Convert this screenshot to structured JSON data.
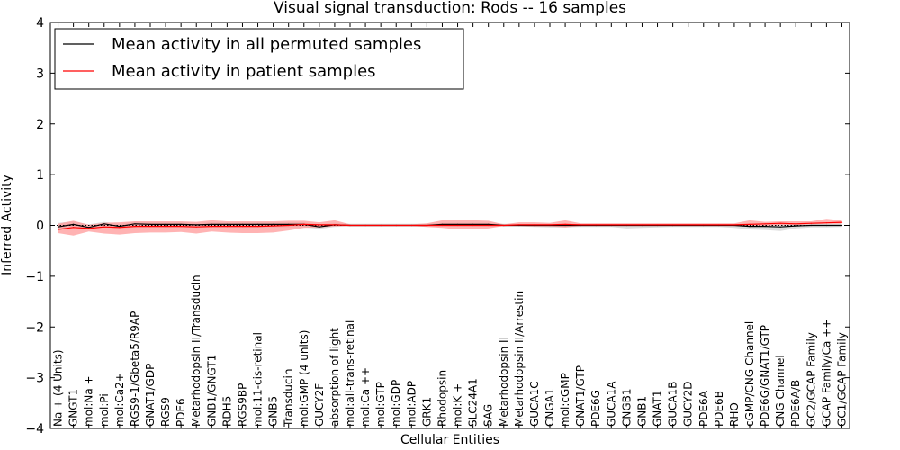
{
  "chart_data": {
    "type": "line",
    "title": "Visual signal transduction: Rods -- 16 samples",
    "xlabel": "Cellular Entities",
    "ylabel": "Inferred Activity",
    "ylim": [
      -4,
      4
    ],
    "yticks": [
      4,
      3,
      2,
      1,
      0,
      -1,
      -2,
      -3,
      -4
    ],
    "ytick_labels": [
      "4",
      "3",
      "2",
      "1",
      "0",
      "−1",
      "−2",
      "−3",
      "−4"
    ],
    "grid": false,
    "legend_position": "top-left",
    "reference_line": {
      "y": 0,
      "style": "dotted"
    },
    "categories": [
      "Na + (4 Units)",
      "GNGT1",
      "mol:Na +",
      "mol:Pi",
      "mol:Ca2+",
      "RGS9-1/Gbeta5/R9AP",
      "GNAT1/GDP",
      "RGS9",
      "PDE6",
      "Metarhodopsin II/Transducin",
      "GNB1/GNGT1",
      "RDH5",
      "RGS9BP",
      "mol:11-cis-retinal",
      "GNB5",
      "Transducin",
      "mol:GMP (4 units)",
      "GUCY2F",
      "absorption of light",
      "mol:all-trans-retinal",
      "mol:Ca ++",
      "mol:GTP",
      "mol:GDP",
      "mol:ADP",
      "GRK1",
      "Rhodopsin",
      "mol:K +",
      "SLC24A1",
      "SAG",
      "Metarhodopsin II",
      "Metarhodopsin II/Arrestin",
      "GUCA1C",
      "CNGA1",
      "mol:cGMP",
      "GNAT1/GTP",
      "PDE6G",
      "GUCA1A",
      "CNGB1",
      "GNB1",
      "GNAT1",
      "GUCA1B",
      "GUCY2D",
      "PDE6A",
      "PDE6B",
      "RHO",
      "cGMP/CNG Channel",
      "PDE6G/GNAT1/GTP",
      "CNG Channel",
      "PDE6A/B",
      "GC2/GCAP Family",
      "GCAP Family/Ca ++",
      "GC1/GCAP Family"
    ],
    "series": [
      {
        "name": "Mean activity in all permuted samples",
        "color": "#000000",
        "values": [
          -0.03,
          0.02,
          -0.04,
          0.03,
          -0.02,
          0.03,
          0.02,
          0.02,
          0.02,
          0.01,
          0.02,
          0.02,
          0.02,
          0.02,
          0.02,
          0.02,
          0.02,
          -0.03,
          0.01,
          0.0,
          0.0,
          0.0,
          0.0,
          0.0,
          0.0,
          0.02,
          0.02,
          0.02,
          0.02,
          0.0,
          0.0,
          0.0,
          0.0,
          0.0,
          0.0,
          0.0,
          0.0,
          0.0,
          0.0,
          0.0,
          0.0,
          0.0,
          0.0,
          0.0,
          0.0,
          -0.02,
          -0.02,
          -0.03,
          -0.01,
          0.0,
          0.0,
          0.0
        ],
        "band": {
          "color": "#c8c8c8",
          "lower": [
            -0.08,
            -0.05,
            -0.08,
            -0.03,
            -0.06,
            -0.04,
            -0.04,
            -0.04,
            -0.04,
            -0.05,
            -0.04,
            -0.04,
            -0.04,
            -0.04,
            -0.04,
            -0.04,
            -0.04,
            -0.07,
            -0.03,
            -0.02,
            -0.02,
            -0.02,
            -0.02,
            -0.02,
            -0.02,
            -0.02,
            -0.02,
            -0.02,
            -0.02,
            -0.02,
            -0.02,
            -0.03,
            -0.04,
            -0.04,
            -0.03,
            -0.03,
            -0.03,
            -0.06,
            -0.05,
            -0.04,
            -0.03,
            -0.03,
            -0.03,
            -0.03,
            -0.05,
            -0.08,
            -0.09,
            -0.11,
            -0.06,
            -0.04,
            -0.04,
            -0.03
          ],
          "upper": [
            0.05,
            0.08,
            0.02,
            0.07,
            0.03,
            0.07,
            0.06,
            0.06,
            0.06,
            0.05,
            0.06,
            0.06,
            0.06,
            0.06,
            0.06,
            0.06,
            0.06,
            0.02,
            0.05,
            0.03,
            0.03,
            0.03,
            0.03,
            0.03,
            0.03,
            0.05,
            0.05,
            0.05,
            0.05,
            0.03,
            0.03,
            0.03,
            0.03,
            0.03,
            0.03,
            0.03,
            0.03,
            0.03,
            0.03,
            0.03,
            0.03,
            0.03,
            0.03,
            0.03,
            0.03,
            0.03,
            0.03,
            0.03,
            0.03,
            0.03,
            0.03,
            0.03
          ]
        }
      },
      {
        "name": "Mean activity in patient samples",
        "color": "#ff0000",
        "values": [
          -0.08,
          -0.04,
          -0.06,
          -0.03,
          -0.04,
          -0.02,
          -0.02,
          -0.02,
          -0.02,
          -0.03,
          -0.02,
          -0.02,
          -0.02,
          -0.02,
          -0.01,
          0.0,
          0.02,
          0.01,
          0.01,
          0.0,
          0.0,
          0.0,
          0.0,
          0.0,
          0.0,
          0.0,
          0.0,
          0.0,
          0.0,
          0.0,
          0.01,
          0.01,
          0.01,
          0.02,
          0.01,
          0.01,
          0.01,
          0.01,
          0.01,
          0.01,
          0.01,
          0.01,
          0.01,
          0.01,
          0.01,
          0.02,
          0.03,
          0.04,
          0.03,
          0.04,
          0.05,
          0.06
        ],
        "band": {
          "color": "#ff9999",
          "lower": [
            -0.15,
            -0.2,
            -0.12,
            -0.16,
            -0.18,
            -0.15,
            -0.14,
            -0.14,
            -0.13,
            -0.16,
            -0.12,
            -0.14,
            -0.15,
            -0.15,
            -0.14,
            -0.1,
            -0.05,
            -0.04,
            -0.02,
            -0.01,
            -0.01,
            -0.01,
            -0.01,
            -0.01,
            -0.03,
            -0.05,
            -0.08,
            -0.08,
            -0.06,
            -0.01,
            -0.01,
            -0.02,
            -0.02,
            -0.04,
            -0.01,
            -0.01,
            -0.01,
            -0.01,
            -0.01,
            -0.01,
            -0.01,
            -0.01,
            -0.01,
            -0.01,
            -0.01,
            -0.02,
            -0.01,
            0.0,
            0.01,
            0.02,
            0.03,
            0.03
          ],
          "upper": [
            0.03,
            0.09,
            0.01,
            0.05,
            0.06,
            0.08,
            0.08,
            0.08,
            0.08,
            0.07,
            0.1,
            0.08,
            0.08,
            0.08,
            0.08,
            0.09,
            0.09,
            0.06,
            0.1,
            0.02,
            0.02,
            0.02,
            0.02,
            0.02,
            0.04,
            0.1,
            0.1,
            0.1,
            0.09,
            0.02,
            0.06,
            0.06,
            0.05,
            0.1,
            0.04,
            0.04,
            0.04,
            0.04,
            0.04,
            0.04,
            0.04,
            0.04,
            0.04,
            0.04,
            0.04,
            0.1,
            0.07,
            0.08,
            0.08,
            0.08,
            0.13,
            0.1
          ]
        }
      }
    ]
  }
}
